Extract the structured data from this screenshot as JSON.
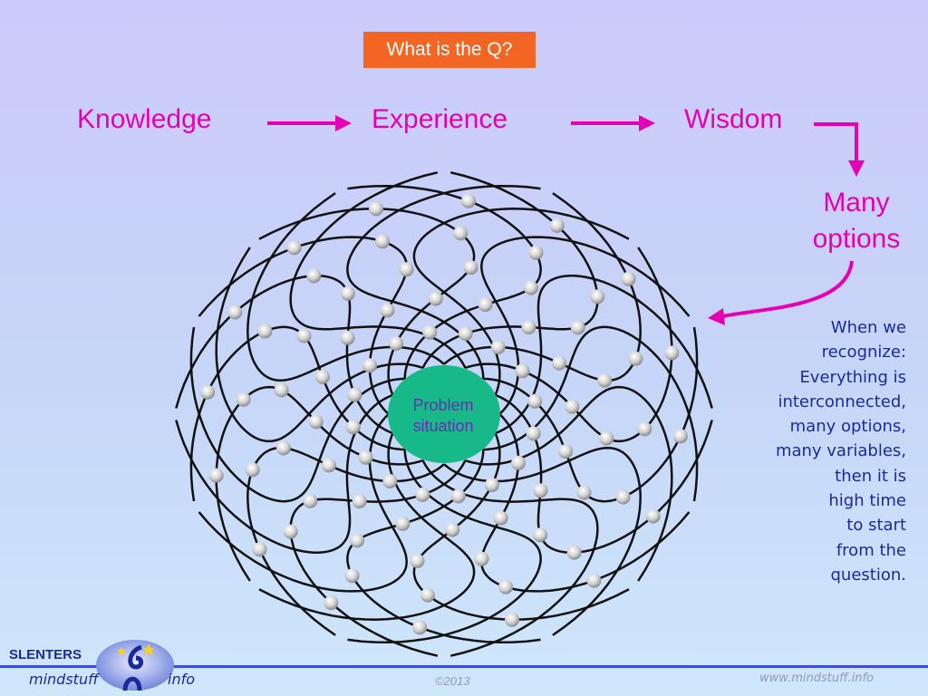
{
  "header": {
    "question": "What is the Q?"
  },
  "chain": {
    "knowledge": "Knowledge",
    "experience": "Experience",
    "wisdom": "Wisdom",
    "many_options_line1": "Many",
    "many_options_line2": "options"
  },
  "center": {
    "line1": "Problem",
    "line2": "situation"
  },
  "note": {
    "lines": [
      "When we",
      "recognize:",
      "Everything is",
      "interconnected,",
      "many options,",
      "many variables,",
      "then it is",
      "high time",
      "to start",
      "from the",
      "question."
    ]
  },
  "footer": {
    "brand": "SLENTERS",
    "brand_left": "mindstuff",
    "brand_right": "info",
    "copyright": "©2013",
    "url": "www.mindstuff.info"
  },
  "colors": {
    "accent": "#e600b4",
    "orange": "#f26522",
    "center_fill": "#17b989",
    "text_blue": "#1a2a9e"
  },
  "icons": [
    "arrow-right-icon",
    "arrow-down-icon",
    "arrow-left-curved-icon",
    "logo-figure-icon",
    "star-icon"
  ]
}
